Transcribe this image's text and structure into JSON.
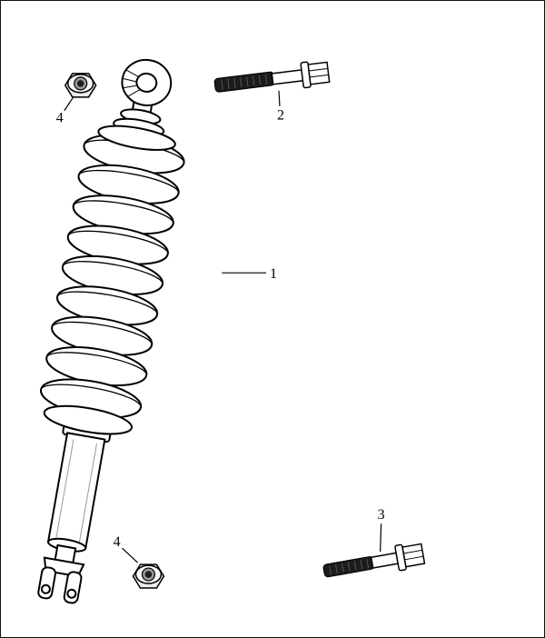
{
  "figure": {
    "background_color": "#ffffff",
    "line_color": "#000000",
    "thread_color": "#1c1c1c",
    "nut_fill": "#ececec",
    "callouts": {
      "c1": {
        "label": "1"
      },
      "c2": {
        "label": "2"
      },
      "c3": {
        "label": "3"
      },
      "c4_upper": {
        "label": "4"
      },
      "c4_lower": {
        "label": "4"
      }
    }
  }
}
